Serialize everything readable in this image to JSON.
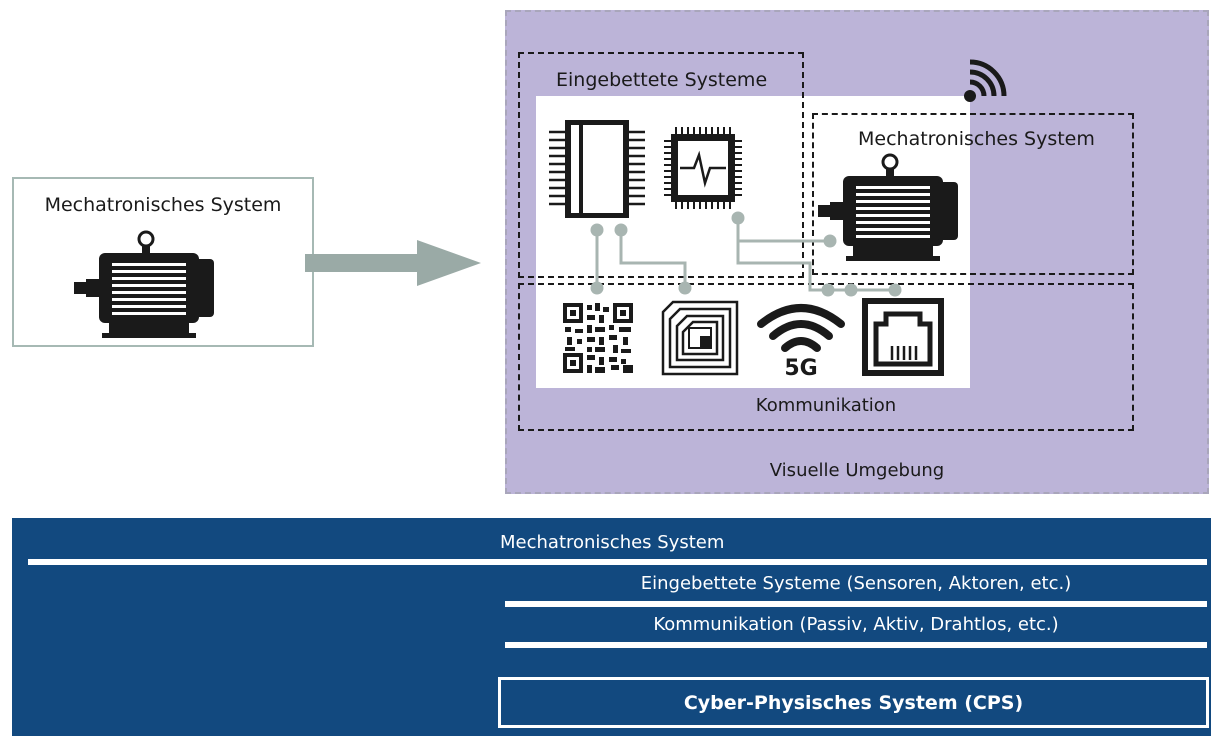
{
  "left": {
    "title": "Mechatronisches System"
  },
  "environment": {
    "label": "Visuelle Umgebung",
    "embedded_label": "Eingebettete Systeme",
    "mech_label": "Mechatronisches System",
    "comm_label": "Kommunikation",
    "comm_5g_text": "5G"
  },
  "layers": {
    "mechatronic": "Mechatronisches System",
    "embedded": "Eingebettete Systeme (Sensoren, Aktoren, etc.)",
    "communication": "Kommunikation (Passiv, Aktiv, Drahtlos, etc.)",
    "cps": "Cyber-Physisches System (CPS)"
  },
  "colors": {
    "environment": "#bcb4d8",
    "arrow": "#9aaaa6",
    "connector": "#a8b5b1",
    "bottom_band": "#12497f"
  }
}
